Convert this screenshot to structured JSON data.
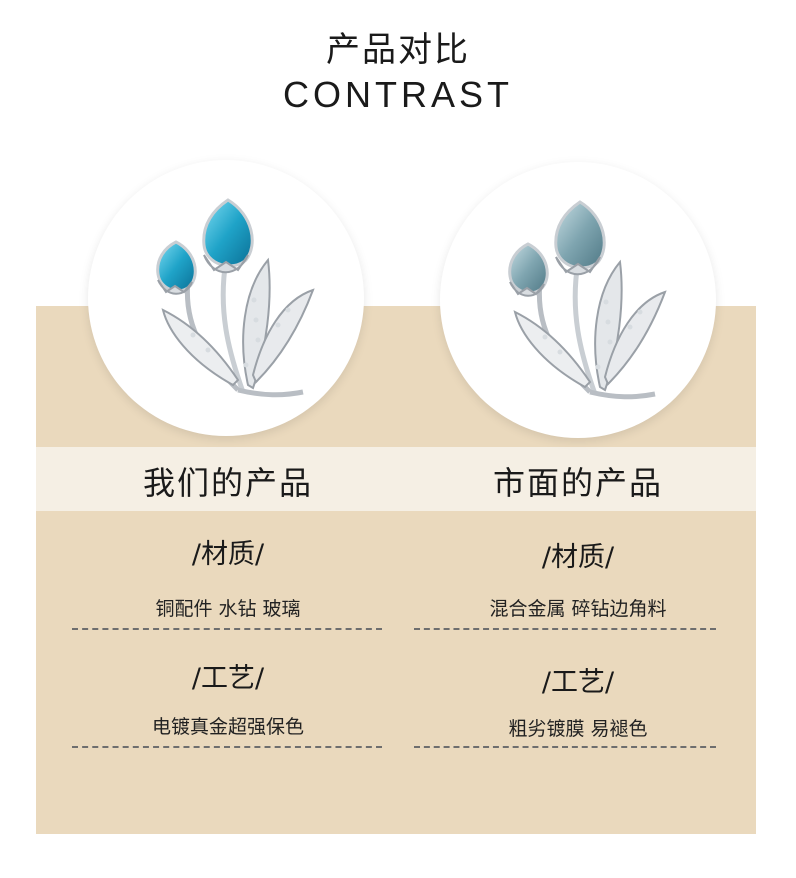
{
  "header": {
    "title_cn": "产品对比",
    "title_en": "CONTRAST"
  },
  "columns": {
    "ours": {
      "heading": "我们的产品",
      "image_icon": "blue-crystal-tulip-brooch",
      "material_label": "/材质/",
      "material_value": "铜配件  水钻  玻璃",
      "craft_label": "/工艺/",
      "craft_value": "电镀真金超强保色"
    },
    "market": {
      "heading": "市面的产品",
      "image_icon": "pale-crystal-tulip-brooch",
      "material_label": "/材质/",
      "material_value": "混合金属 碎钻边角料",
      "craft_label": "/工艺/",
      "craft_value": "粗劣镀膜 易褪色"
    }
  },
  "colors": {
    "panel": "#ead9bd",
    "band": "#f5efe4",
    "ours_gem": "#1fa3c8",
    "market_gem": "#7fa5b0",
    "divider": "#6e6e6e"
  }
}
